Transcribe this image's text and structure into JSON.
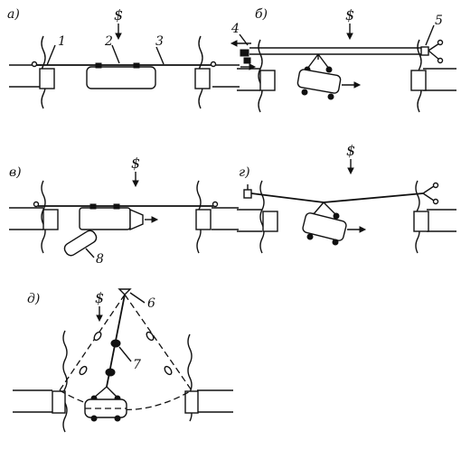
{
  "panels": {
    "a": "а)",
    "b": "б)",
    "v": "в)",
    "g": "г)",
    "d": "д)"
  },
  "arrow_symbol": "$",
  "callouts": {
    "n1": "1",
    "n2": "2",
    "n3": "3",
    "n4": "4",
    "n5": "5",
    "n6": "6",
    "n7": "7",
    "n8": "8"
  }
}
